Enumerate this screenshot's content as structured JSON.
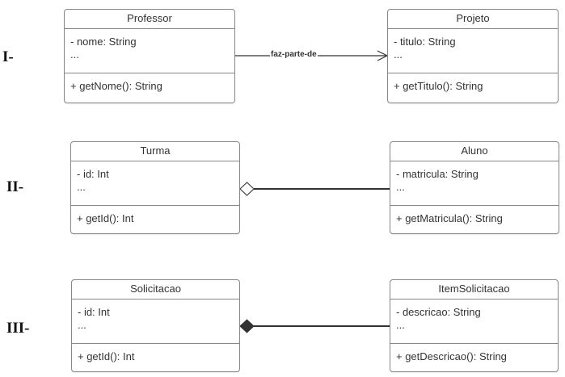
{
  "rows": [
    {
      "label": "I-",
      "left_class": {
        "name": "Professor",
        "attributes": [
          "- nome: String",
          "..."
        ],
        "operations": [
          "+ getNome(): String"
        ]
      },
      "right_class": {
        "name": "Projeto",
        "attributes": [
          "- titulo: String",
          "..."
        ],
        "operations": [
          "+ getTitulo(): String"
        ]
      },
      "relationship": {
        "type": "association",
        "label": "faz-parte-de"
      }
    },
    {
      "label": "II-",
      "left_class": {
        "name": "Turma",
        "attributes": [
          "- id: Int",
          "..."
        ],
        "operations": [
          "+ getId(): Int"
        ]
      },
      "right_class": {
        "name": "Aluno",
        "attributes": [
          "- matricula: String",
          "..."
        ],
        "operations": [
          "+ getMatricula(): String"
        ]
      },
      "relationship": {
        "type": "aggregation"
      }
    },
    {
      "label": "III-",
      "left_class": {
        "name": "Solicitacao",
        "attributes": [
          "- id: Int",
          "..."
        ],
        "operations": [
          "+ getId(): Int"
        ]
      },
      "right_class": {
        "name": "ItemSolicitacao",
        "attributes": [
          "- descricao: String",
          "..."
        ],
        "operations": [
          "+ getDescricao(): String"
        ]
      },
      "relationship": {
        "type": "composition"
      }
    }
  ],
  "colors": {
    "border": "#888888",
    "text": "#333333",
    "connector": "#333333"
  }
}
